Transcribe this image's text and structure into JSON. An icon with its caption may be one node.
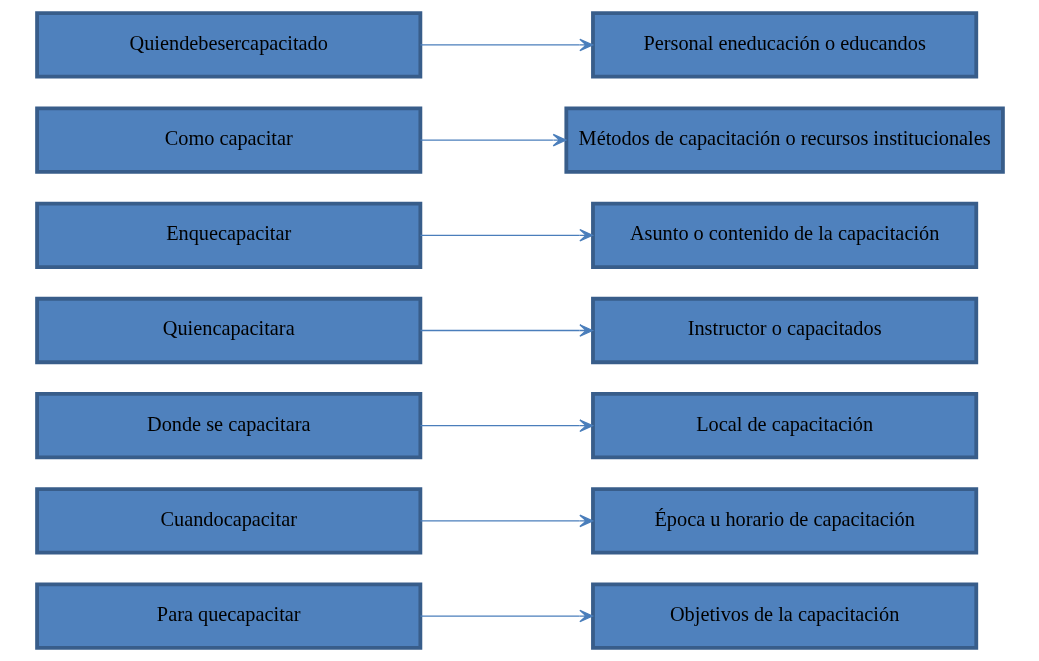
{
  "diagram": {
    "nodes": [
      {
        "text": [
          "Quiendebesercapacitado"
        ]
      },
      {
        "text": [
          "Personal eneducación o educandos"
        ]
      },
      {
        "text": [
          "Como capacitar"
        ]
      },
      {
        "text": [
          "Métodos de capacitación o recursos institucionales"
        ]
      },
      {
        "text": [
          "Enquecapacitar"
        ]
      },
      {
        "text": [
          "Asunto o contenido de la capacitación"
        ]
      },
      {
        "text": [
          "Quiencapacitara"
        ]
      },
      {
        "text": [
          "Instructor o capacitados"
        ]
      },
      {
        "text": [
          "Donde se capacitara"
        ]
      },
      {
        "text": [
          "Local de capacitación"
        ]
      },
      {
        "text": [
          "Cuandocapacitar"
        ]
      },
      {
        "text": [
          "Época u horario de capacitación"
        ]
      },
      {
        "text": [
          "Para quecapacitar"
        ]
      },
      {
        "text": [
          "Objetivos de la capacitación"
        ]
      }
    ],
    "edges": [
      {
        "from": 0,
        "to": 1,
        "arrow": "to"
      },
      {
        "from": 2,
        "to": 3,
        "arrow": "to"
      },
      {
        "from": 4,
        "to": 5,
        "arrow": "to"
      },
      {
        "from": 6,
        "to": 7,
        "arrow": "to"
      },
      {
        "from": 8,
        "to": 9,
        "arrow": "to"
      },
      {
        "from": 10,
        "to": 11,
        "arrow": "to"
      },
      {
        "from": 12,
        "to": 13,
        "arrow": "to"
      }
    ]
  }
}
